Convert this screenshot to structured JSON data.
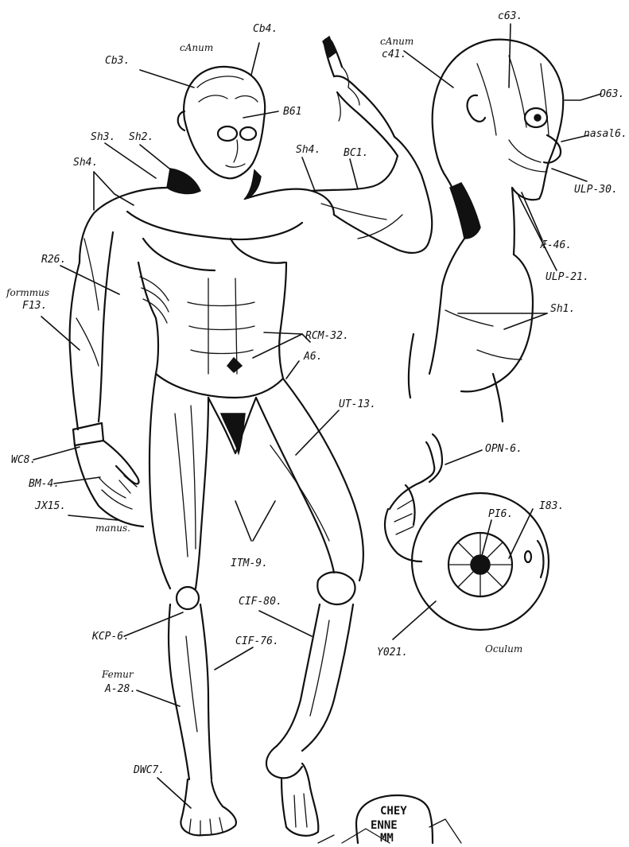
{
  "labels": {
    "cb3": "Cb3.",
    "cb4": "Cb4.",
    "cranium_left": "cAnum",
    "b61": "B61",
    "sh3": "Sh3.",
    "sh2": "Sh2.",
    "sh4_left": "Sh4.",
    "sh4_right": "Sh4.",
    "bc1": "BC1.",
    "r26": "R26.",
    "fm_script": "formmus",
    "f13": "F13.",
    "rcm32": "RCM-32.",
    "a6": "A6.",
    "ut13": "UT-13.",
    "wc8": "WC8.",
    "bm4": "BM-4.",
    "jx15": "JX15.",
    "manus": "manus.",
    "itm9": "ITM-9.",
    "kcp6": "KCP-6.",
    "cif80": "CIF-80.",
    "cif76": "CIF-76.",
    "femur_script": "Femur",
    "a28": "A-28.",
    "dwc7": "DWC7.",
    "head_c63": "c63.",
    "head_cranium": "cAnum",
    "head_c41": "c41.",
    "head_o63": "O63.",
    "head_nasal": "nasal6.",
    "head_ulp30": "ULP-30.",
    "head_ae46": "Æ-46.",
    "head_ulp21": "ULP-21.",
    "sh1": "Sh1.",
    "opn6": "OPN-6.",
    "pi6": "PI6.",
    "i83": "I83.",
    "y021": "Y021.",
    "oculus": "Oculum"
  },
  "stone": {
    "line1": "CHEY",
    "line2": "ENNE",
    "line3": "MM"
  }
}
